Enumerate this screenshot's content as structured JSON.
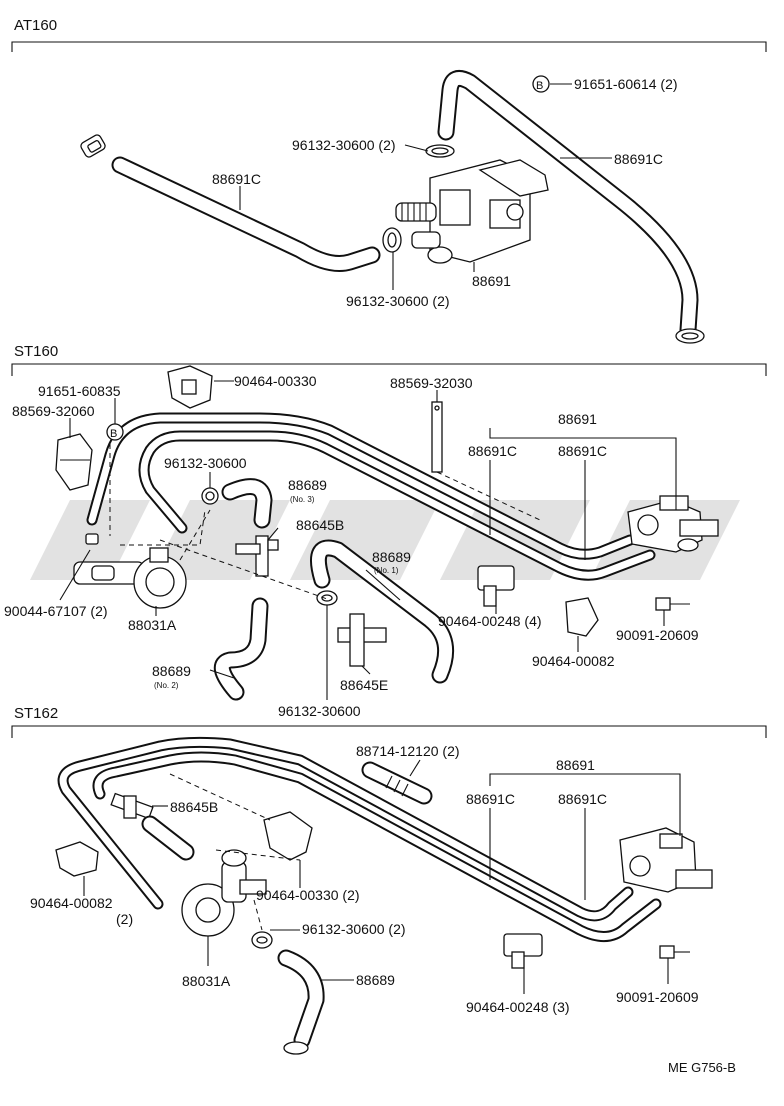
{
  "sections": {
    "at160": "AT160",
    "st160": "ST160",
    "st162": "ST162"
  },
  "labels": {
    "at_b_clip": "91651-60614 (2)",
    "at_hose_right": "88691C",
    "at_clamp_top": "96132-30600 (2)",
    "at_hose_left": "88691C",
    "at_valve": "88691",
    "at_clamp_bottom": "96132-30600 (2)",
    "st160_91651": "91651-60835",
    "st160_90464_330": "90464-00330",
    "st160_88569_32030": "88569-32030",
    "st160_88569_32060": "88569-32060",
    "st160_88691": "88691",
    "st160_88691c_a": "88691C",
    "st160_88691c_b": "88691C",
    "st160_96132": "96132-30600",
    "st160_88689_no3": "88689",
    "st160_no3": "(No. 3)",
    "st160_88645b": "88645B",
    "st160_88689_no1": "88689",
    "st160_no1": "(No. 1)",
    "st160_90044": "90044-67107 (2)",
    "st160_88031a": "88031A",
    "st160_88689_no2": "88689",
    "st160_no2": "(No. 2)",
    "st160_88645e": "88645E",
    "st160_96132_bottom": "96132-30600",
    "st160_90464_248": "90464-00248 (4)",
    "st160_90464_082": "90464-00082",
    "st160_90091": "90091-20609",
    "st162_88714": "88714-12120 (2)",
    "st162_88691": "88691",
    "st162_88691c_a": "88691C",
    "st162_88691c_b": "88691C",
    "st162_88645b": "88645B",
    "st162_90464_082": "90464-00082",
    "st162_90464_082_qty": "(2)",
    "st162_90464_330": "90464-00330 (2)",
    "st162_96132": "96132-30600 (2)",
    "st162_88031a": "88031A",
    "st162_88689": "88689",
    "st162_90464_248": "90464-00248 (3)",
    "st162_90091": "90091-20609"
  },
  "b_marker": "B",
  "figure_code": "ME G756-B"
}
